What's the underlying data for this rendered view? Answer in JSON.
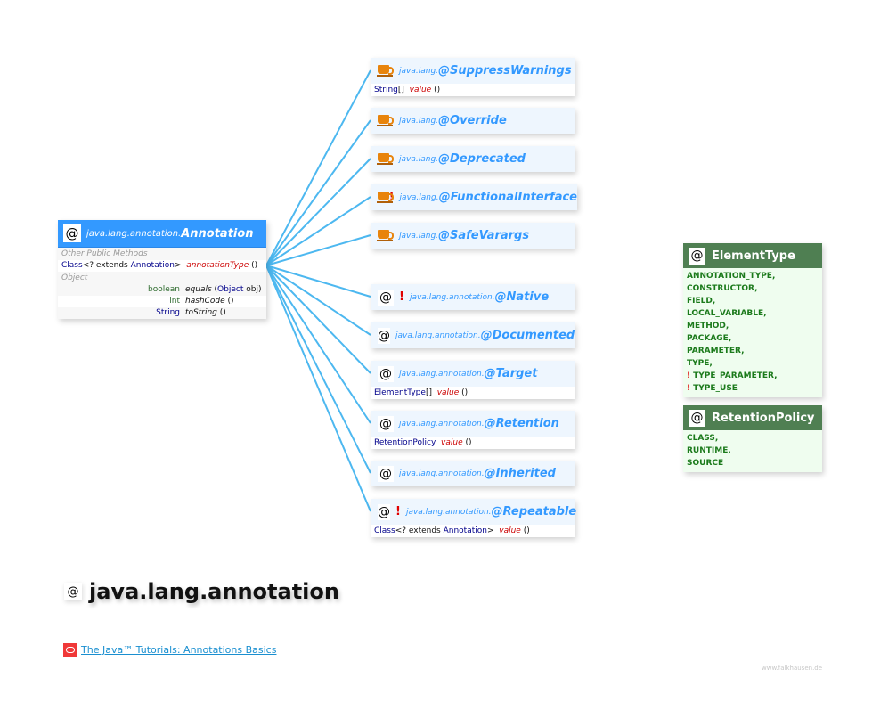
{
  "main_class": {
    "icon": "at-icon",
    "package": "java.lang.annotation.",
    "name": "Annotation",
    "sections": [
      {
        "label": "Other Public Methods",
        "methods": [
          {
            "return_type": "Class",
            "generic": "<? extends ",
            "generic_type": "Annotation",
            "generic_close": ">",
            "name": "annotationType",
            "params": " ()"
          }
        ]
      },
      {
        "label": "Object",
        "methods": [
          {
            "return_type": "boolean",
            "name": "equals",
            "params_open": " (",
            "param_type": "Object",
            "param_name": " obj)"
          },
          {
            "return_type": "int",
            "name": "hashCode",
            "params": " ()"
          },
          {
            "return_type": "String",
            "name": "toString",
            "params": " ()"
          }
        ]
      }
    ]
  },
  "annotations": [
    {
      "icon": "java-cup-icon",
      "flag": "",
      "package": "java.lang.",
      "name": "@SuppressWarnings",
      "member": {
        "type": "String",
        "suffix": "[]",
        "name": "value",
        "params": " ()"
      }
    },
    {
      "icon": "java-cup-icon",
      "flag": "",
      "package": "java.lang.",
      "name": "@Override"
    },
    {
      "icon": "java-cup-icon",
      "flag": "",
      "package": "java.lang.",
      "name": "@Deprecated"
    },
    {
      "icon": "java-cup-icon",
      "flag": "!",
      "package": "java.lang.",
      "name": "@FunctionalInterface"
    },
    {
      "icon": "java-cup-icon",
      "flag": "",
      "package": "java.lang.",
      "name": "@SafeVarargs"
    },
    {
      "icon": "at-icon",
      "flag": "!",
      "package": "java.lang.annotation.",
      "name": "@Native"
    },
    {
      "icon": "at-icon",
      "flag": "",
      "package": "java.lang.annotation.",
      "name": "@Documented"
    },
    {
      "icon": "at-icon",
      "flag": "",
      "package": "java.lang.annotation.",
      "name": "@Target",
      "member": {
        "type": "ElementType",
        "suffix": "[]",
        "name": "value",
        "params": " ()"
      }
    },
    {
      "icon": "at-icon",
      "flag": "",
      "package": "java.lang.annotation.",
      "name": "@Retention",
      "member": {
        "type": "RetentionPolicy",
        "suffix": "",
        "name": "value",
        "params": " ()"
      }
    },
    {
      "icon": "at-icon",
      "flag": "",
      "package": "java.lang.annotation.",
      "name": "@Inherited"
    },
    {
      "icon": "at-icon",
      "flag": "!",
      "package": "java.lang.annotation.",
      "name": "@Repeatable",
      "member": {
        "type": "Class",
        "generic": "<? extends ",
        "generic_type": "Annotation",
        "generic_close": ">",
        "name": "value",
        "params": " ()"
      }
    }
  ],
  "enums": [
    {
      "name": "ElementType",
      "values": [
        {
          "flag": "",
          "text": "ANNOTATION_TYPE,"
        },
        {
          "flag": "",
          "text": "CONSTRUCTOR,"
        },
        {
          "flag": "",
          "text": "FIELD,"
        },
        {
          "flag": "",
          "text": "LOCAL_VARIABLE,"
        },
        {
          "flag": "",
          "text": "METHOD,"
        },
        {
          "flag": "",
          "text": "PACKAGE,"
        },
        {
          "flag": "",
          "text": "PARAMETER,"
        },
        {
          "flag": "",
          "text": "TYPE,"
        },
        {
          "flag": "!",
          "text": "TYPE_PARAMETER,"
        },
        {
          "flag": "!",
          "text": "TYPE_USE"
        }
      ]
    },
    {
      "name": "RetentionPolicy",
      "values": [
        {
          "flag": "",
          "text": "CLASS,"
        },
        {
          "flag": "",
          "text": "RUNTIME,"
        },
        {
          "flag": "",
          "text": "SOURCE"
        }
      ]
    }
  ],
  "package_title": "java.lang.annotation",
  "tutorial_link": "The Java™ Tutorials: Annotations Basics",
  "credit": "www.falkhausen.de",
  "colors": {
    "connector": "#4db8f0",
    "class_header": "#3399ff",
    "annotation_bg": "#eef6fe",
    "enum_header": "#4f7f52",
    "enum_bg": "#effdef",
    "enum_text": "#1b7a1b",
    "flag": "#e00000"
  }
}
